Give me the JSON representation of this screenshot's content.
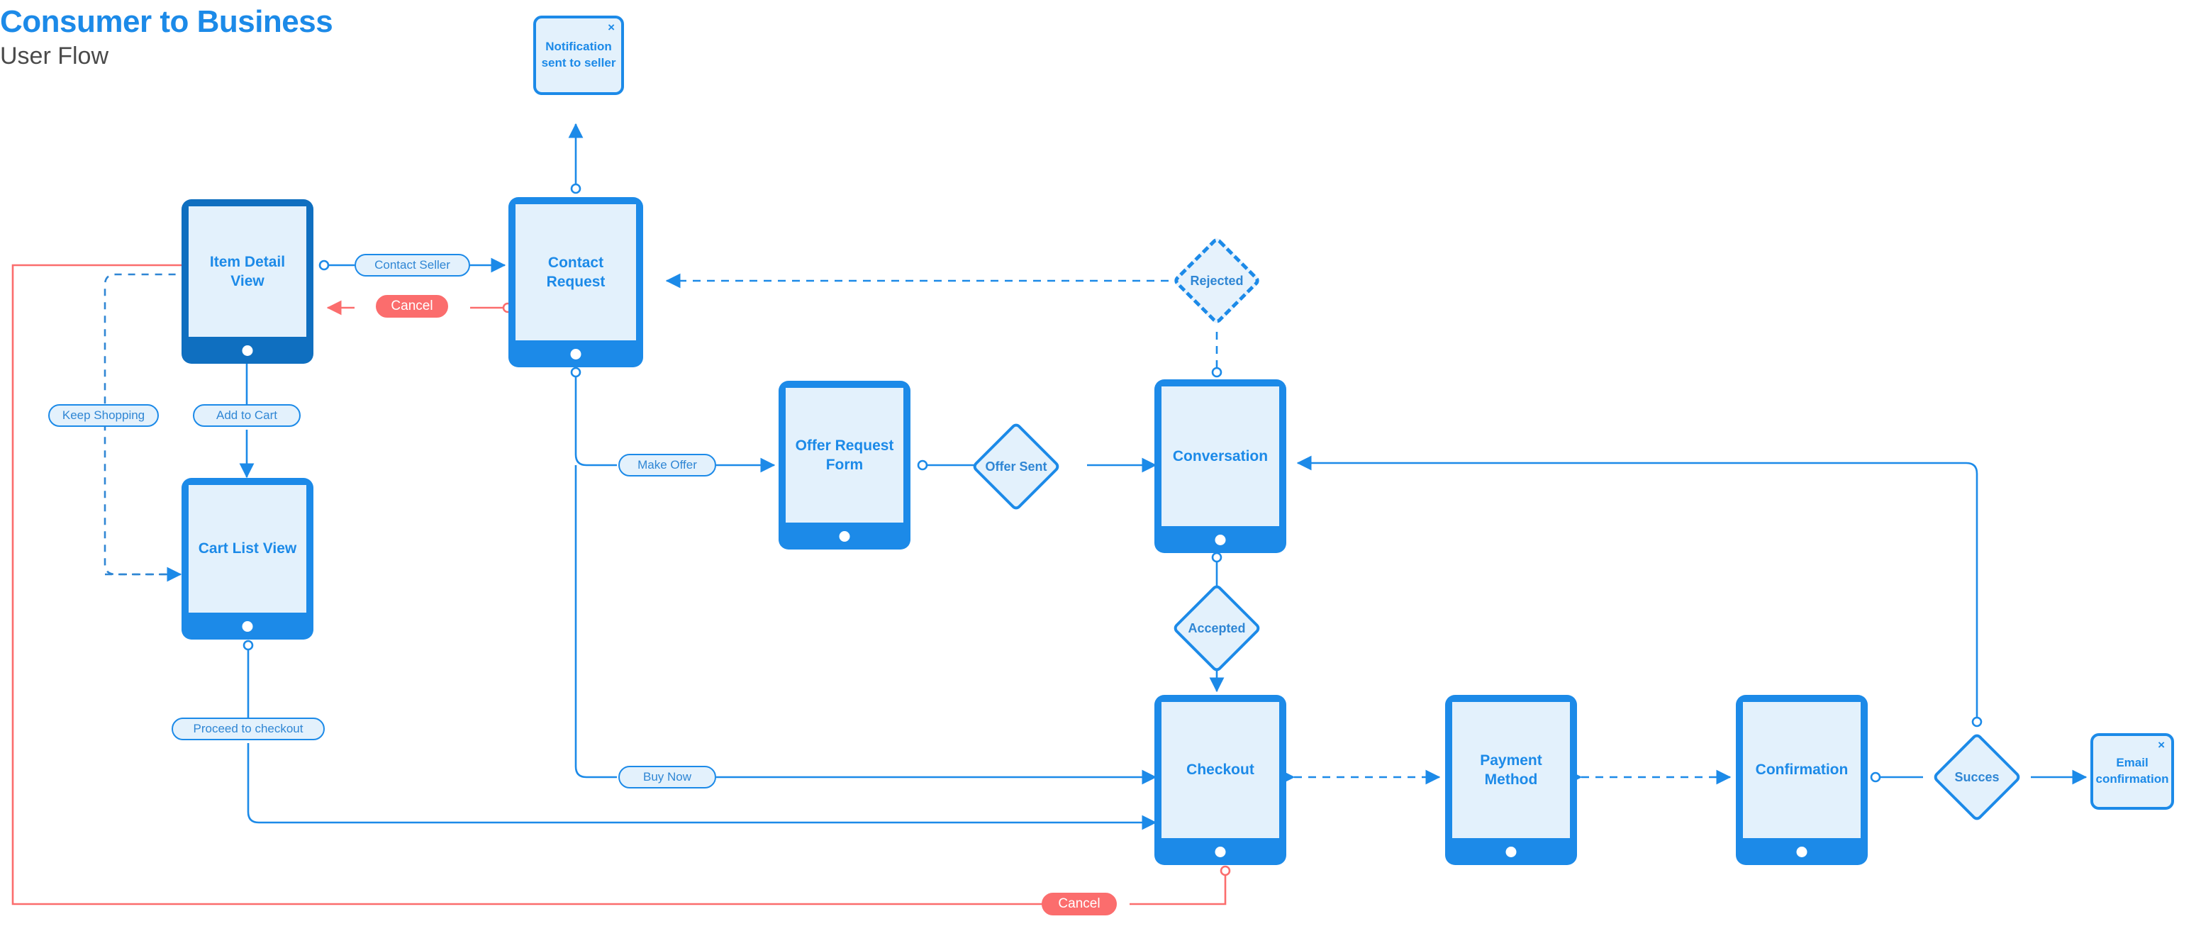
{
  "header": {
    "title": "Consumer to Business",
    "subtitle": "User Flow"
  },
  "colors": {
    "accent_blue": "#1c8ae8",
    "deep_blue": "#0f6fc0",
    "screen_fill": "#e3f1fc",
    "text_blue": "#2f86d4",
    "cancel_red": "#fb6d6d",
    "subtitle_gray": "#4a4a4a"
  },
  "nodes": {
    "notification_seller": {
      "text": "Notification\nsent to seller",
      "close_icon": "×"
    },
    "email_confirmation": {
      "text": "Email\nconfirmation",
      "close_icon": "×"
    },
    "item_detail_view": {
      "label": "Item Detail\nView"
    },
    "contact_request": {
      "label": "Contact\nRequest"
    },
    "cart_list_view": {
      "label": "Cart List View"
    },
    "offer_request_form": {
      "label": "Offer Request\nForm"
    },
    "conversation": {
      "label": "Conversation"
    },
    "checkout": {
      "label": "Checkout"
    },
    "payment_method": {
      "label": "Payment\nMethod"
    },
    "confirmation": {
      "label": "Confirmation"
    }
  },
  "decisions": {
    "rejected": {
      "label": "Rejected",
      "style": "dashed"
    },
    "offer_sent": {
      "label": "Offer Sent",
      "style": "solid"
    },
    "accepted": {
      "label": "Accepted",
      "style": "solid"
    },
    "success": {
      "label": "Succes",
      "style": "solid"
    }
  },
  "actions": {
    "contact_seller": "Contact Seller",
    "cancel_top": "Cancel",
    "keep_shopping": "Keep Shopping",
    "add_to_cart": "Add to Cart",
    "make_offer": "Make Offer",
    "proceed_to_checkout": "Proceed to checkout",
    "buy_now": "Buy Now",
    "cancel_bottom": "Cancel"
  }
}
